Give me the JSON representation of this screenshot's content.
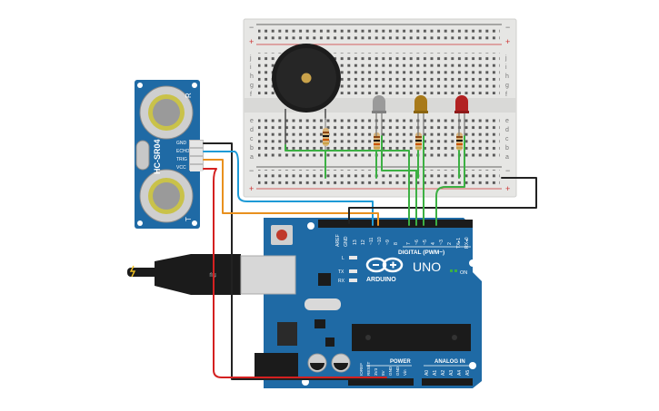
{
  "sensor": {
    "model": "HC-SR04",
    "pins": [
      "GND",
      "ECHO",
      "TRIG",
      "VCC"
    ],
    "side_marks": [
      "R",
      "T"
    ]
  },
  "breadboard": {
    "rail_plus": "+",
    "rail_minus": "−",
    "row_letters_top": [
      "j",
      "i",
      "h",
      "g",
      "f"
    ],
    "row_letters_bottom": [
      "e",
      "d",
      "c",
      "b",
      "a"
    ]
  },
  "arduino": {
    "brand": "ARDUINO",
    "model": "UNO",
    "on_label": "ON",
    "digital_label": "DIGITAL (PWM~)",
    "analog_label": "ANALOG IN",
    "power_label": "POWER",
    "led_labels": [
      "L",
      "TX",
      "RX"
    ],
    "top_pin_labels": [
      "AREF",
      "GND",
      "13",
      "12",
      "~11",
      "~10",
      "~9",
      "8",
      "7",
      "~6",
      "~5",
      "4",
      "~3",
      "2",
      "TX▸1",
      "RX◂0"
    ],
    "power_pin_labels": [
      "IOREF",
      "RESET",
      "3V3",
      "5V",
      "GND",
      "GND",
      "Vin"
    ],
    "analog_pin_labels": [
      "A0",
      "A1",
      "A2",
      "A3",
      "A4",
      "A5"
    ]
  },
  "colors": {
    "board": "#1f6aa5",
    "board_dark": "#17507e",
    "breadboard": "#e8e8e6",
    "wire_green": "#3cb043",
    "wire_black": "#222222",
    "wire_red": "#d42020",
    "wire_blue": "#1e9ad6",
    "wire_orange": "#e8901e",
    "led_gray": "#9a9a9a",
    "led_yellow": "#a87a1a",
    "led_red": "#b22222"
  }
}
